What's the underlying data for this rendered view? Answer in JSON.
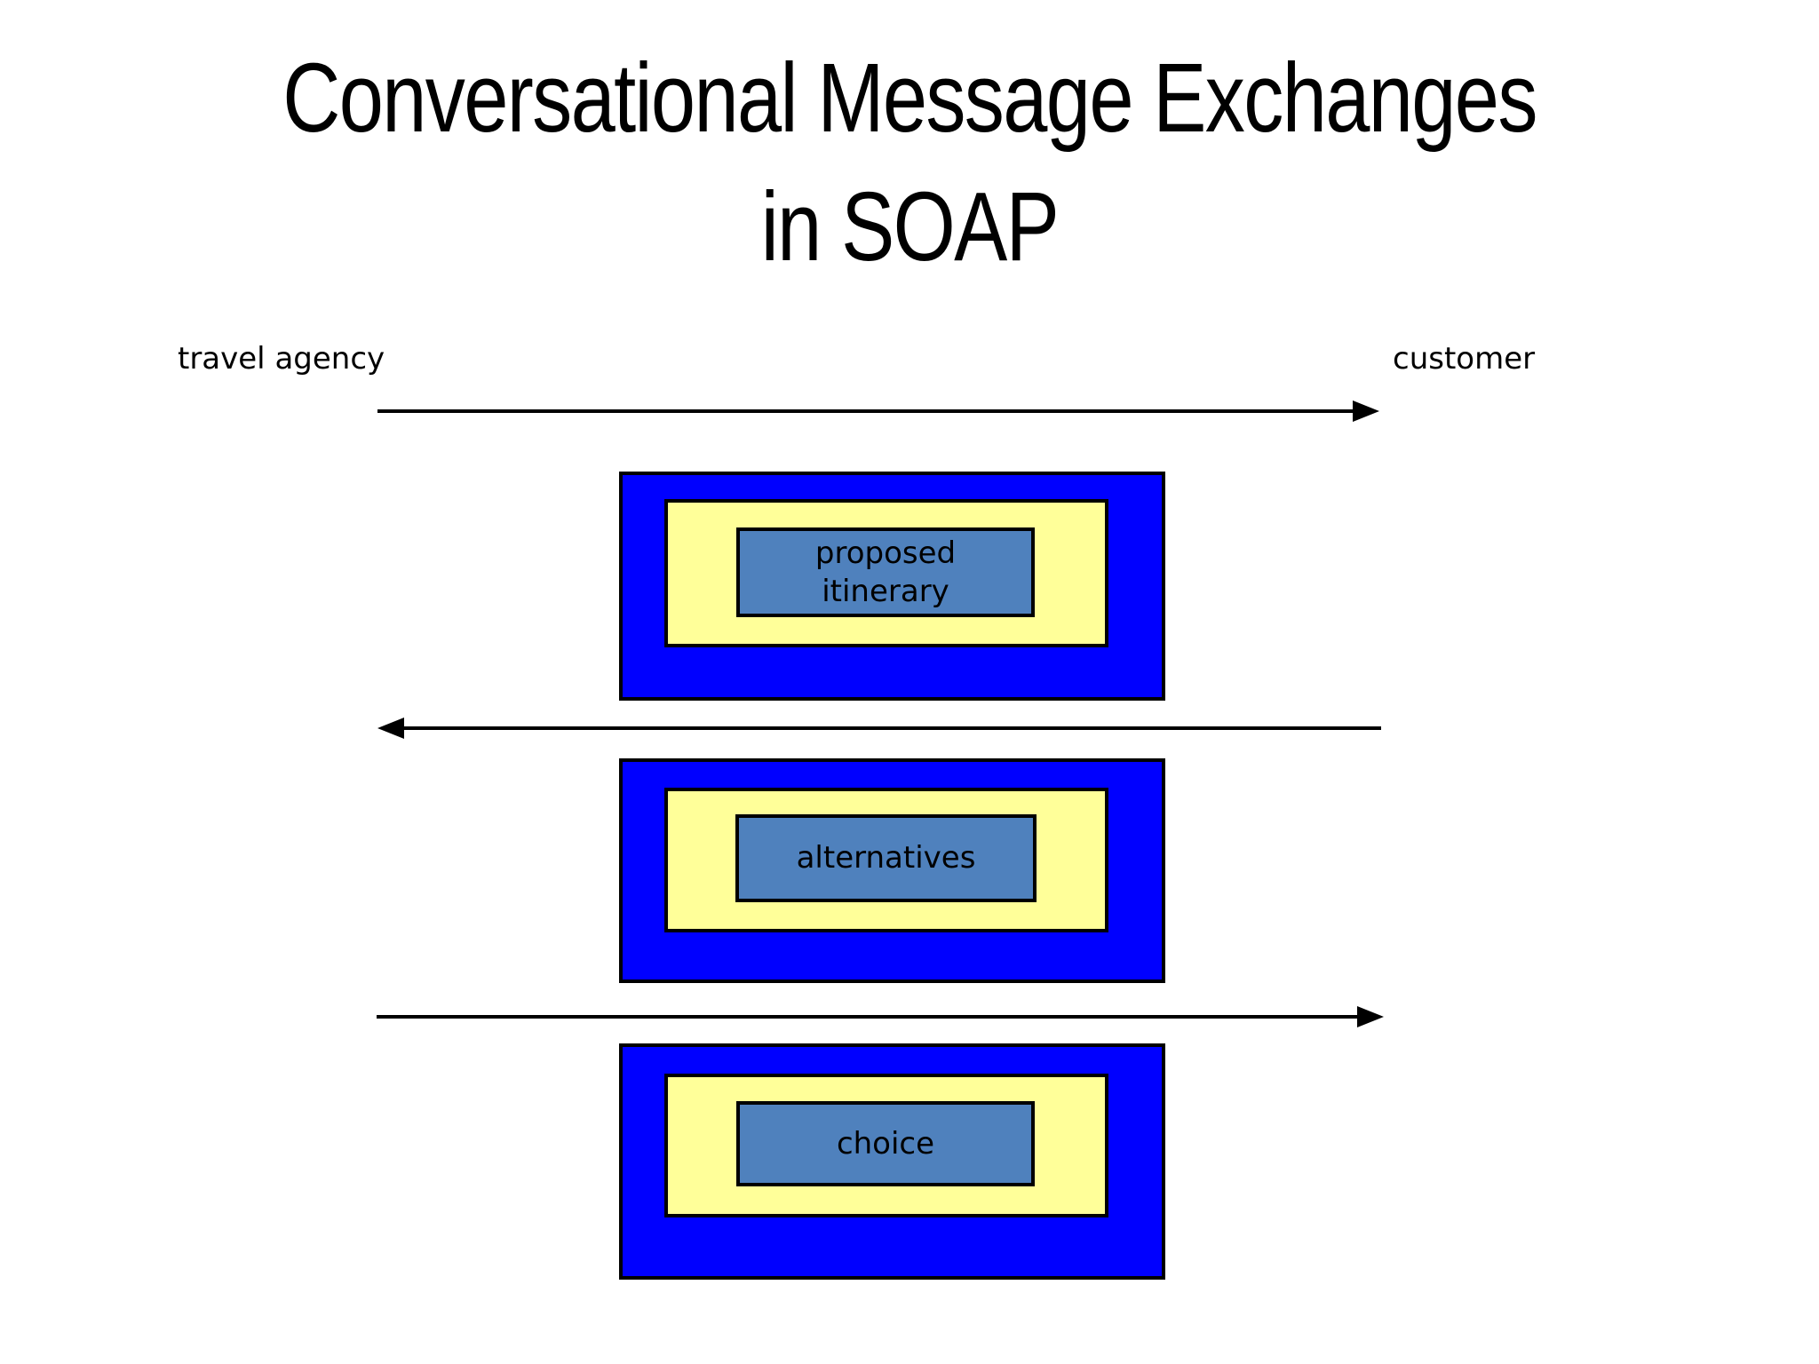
{
  "title": {
    "line1": "Conversational Message Exchanges",
    "line2": "in SOAP"
  },
  "participants": {
    "left": "travel agency",
    "right": "customer"
  },
  "messages": [
    {
      "label": "proposed itinerary",
      "from": "travel agency",
      "to": "customer",
      "direction": "right"
    },
    {
      "label": "alternatives",
      "from": "customer",
      "to": "travel agency",
      "direction": "left"
    },
    {
      "label": "choice",
      "from": "travel agency",
      "to": "customer",
      "direction": "right"
    }
  ],
  "colors": {
    "background": "#FFFFFF",
    "soap_envelope_blue": "#0000FF",
    "soap_body_yellow": "#FFFF99",
    "payload_blue": "#4F81BD",
    "outline_black": "#000000"
  }
}
